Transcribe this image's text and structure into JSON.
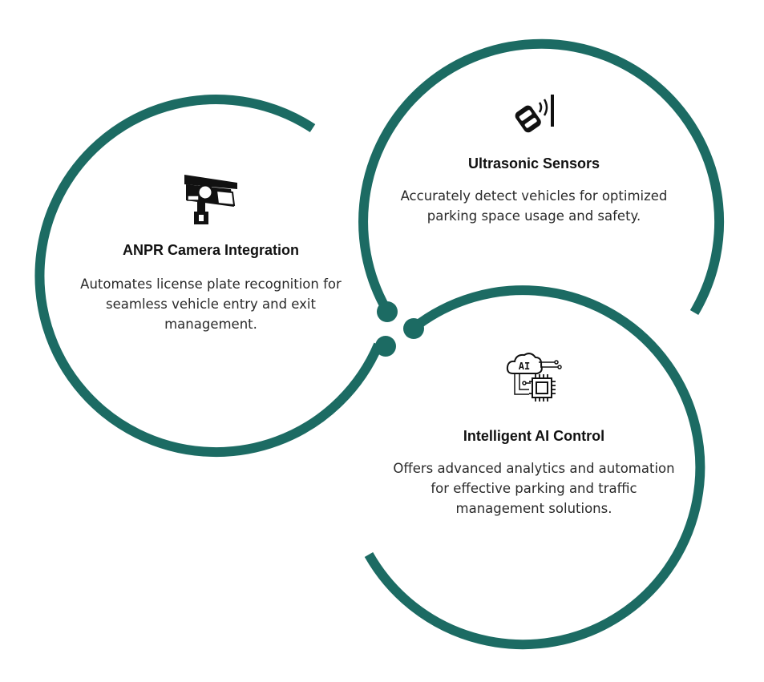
{
  "colors": {
    "ring": "#1c6b63",
    "heading": "#111111",
    "body_text": "#2a2a2a",
    "icon": "#111111",
    "background": "#ffffff"
  },
  "features": [
    {
      "title": "ANPR Camera Integration",
      "description": "Automates license plate recognition for seamless vehicle entry and exit management.",
      "icon": "security-camera-icon"
    },
    {
      "title": "Ultrasonic Sensors",
      "description": "Accurately detect vehicles for optimized parking space usage and safety.",
      "icon": "car-sensor-icon"
    },
    {
      "title": "Intelligent AI Control",
      "description": "Offers advanced analytics and automation for effective parking and traffic management solutions.",
      "icon": "ai-chip-icon",
      "icon_text": "AI"
    }
  ]
}
